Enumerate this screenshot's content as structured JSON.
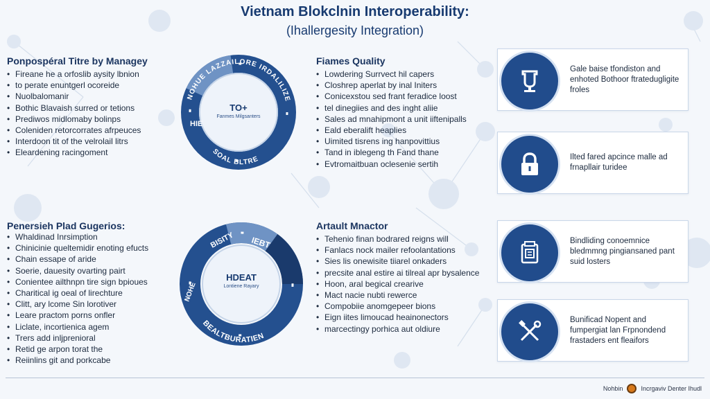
{
  "title": "Vietnam Blokclnin Interoperability:",
  "subtitle": "(Ihallergesity Integration)",
  "sections": {
    "top_left": {
      "heading": "Ponpospéral Titre by Managey",
      "items": [
        "Fireane he a orfoslib aysity lbnion",
        "to perate enuntgerl ocoreide",
        "Nuolbalomanir",
        "Bothic Blavaish surred or tetions",
        "Prediwos midlomaby bolinps",
        "Coleniden retorcorrates afrpeuces",
        "Interdoon tit of the velrolail litrs",
        "Eleardening racingoment"
      ]
    },
    "top_mid": {
      "heading": "Fiames Quality",
      "items": [
        "Lowdering Surrvect hil capers",
        "Closhrep aperlat by inal Initers",
        "Conicexstou sed frant feradice loost",
        "tel dinegiies and des inght aliie",
        "Sales ad mnahipmont a unit iiftenipalls",
        "Eald eberalift heaplies",
        "Uimited tisrens ing hanpovittius",
        "Tand in iblegeng th Fand thane",
        "Evtromaitbuan oclesenie sertih"
      ]
    },
    "bottom_left": {
      "heading": "Penersieh Plad Gugerios:",
      "items": [
        "Whaldinad Inrsimption",
        "Chinicinie queltemidir enoting efucts",
        "Chain essape of aride",
        "Soerie, dauesity ovarting pairt",
        "Conientee ailthnpn tire sign bpioues",
        "Charitical ig oeal of lirechture",
        "Clitt, ary lcome Sin lorotiver",
        "Leare practom porns onfler",
        "Liclate, incortienica agem",
        "Trers add inljprenioral",
        "Retid ge arpon torat the",
        "Reiinlins git and porkcabe"
      ]
    },
    "bottom_mid": {
      "heading": "Artault Mnactor",
      "items": [
        "Tehenio finan bodrared reigns will",
        "Fanlacs nock mailer refoolantations",
        "Sies lis onewisite tiiarel onkaders",
        "precsite anal estire ai tilreal apr bysalence",
        "Hoon, aral begical crearive",
        "Mact nacie nubti rewerce",
        "Compobiie anomgepeer bions",
        "Eign iites limoucad heainonectors",
        "marcectingy porhica aut oldiure"
      ]
    }
  },
  "rings": {
    "top": {
      "center_big": "TO+",
      "center_small": "Fanmes Milgsanters",
      "outer_text": "NOHUE LAZZAILORE IRDALILIZE",
      "left_text": "HIE",
      "bottom_text": "SOAL BLTRE"
    },
    "bottom": {
      "center_big": "HDEAT",
      "center_small": "Lontiene Rayary",
      "seg_top_left": "BISITY",
      "seg_top_right": "IEBT",
      "seg_left": "NOHE",
      "seg_bottom": "BEALTBURATIEN"
    }
  },
  "cards": [
    {
      "icon": "trophy-icon",
      "text": "Gale baise tfondiston and enhoted Bothoor ftratedugligite froles"
    },
    {
      "icon": "lock-icon",
      "text": "Ilted fared apcince malle ad frnapllair turidee"
    },
    {
      "icon": "document-badge-icon",
      "text": "Bindliding conoemnice bledmmng pingiansaned pant suid losters"
    },
    {
      "icon": "tools-icon",
      "text": "Bunificad Nopent and fumpergiat lan Frpnondend frastaders ent fleaifors"
    }
  ],
  "footer": {
    "text": "Nohbin",
    "text2": "Incrgaviv Denter Ihudl"
  },
  "colors": {
    "navy": "#1b3f78",
    "mid_blue": "#2f5d9c",
    "light_blue": "#6f93c4",
    "card_icon_bg": "#214c8c",
    "page_bg": "#f4f7fb"
  }
}
